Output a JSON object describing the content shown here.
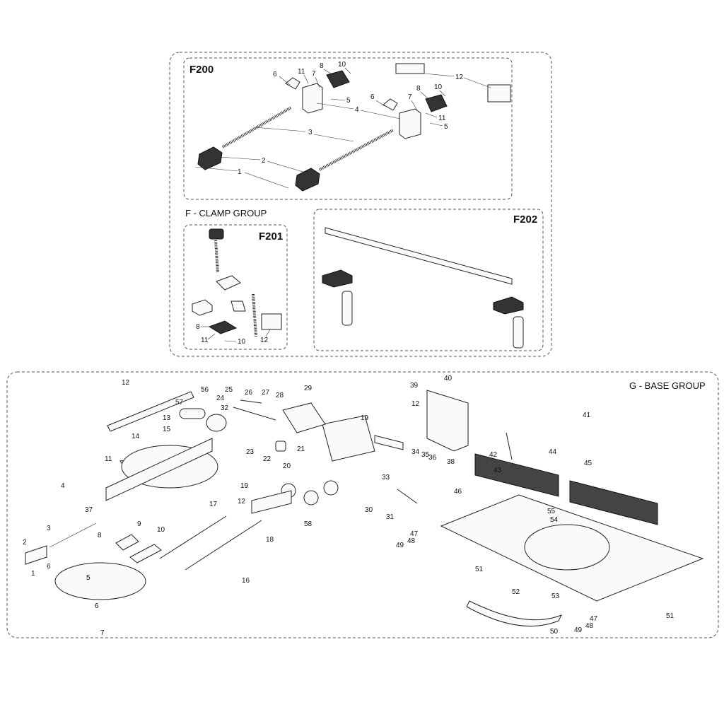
{
  "groups": {
    "clamp": {
      "title": "F - CLAMP GROUP",
      "panels": {
        "f200": {
          "title": "F200",
          "callouts": [
            "1",
            "2",
            "3",
            "4",
            "5",
            "6",
            "7",
            "8",
            "10",
            "11",
            "12",
            "6",
            "7",
            "8",
            "10",
            "11",
            "5"
          ]
        },
        "f201": {
          "title": "F201",
          "callouts": [
            "8",
            "11",
            "10",
            "12"
          ]
        },
        "f202": {
          "title": "F202",
          "callouts": []
        }
      }
    },
    "base": {
      "title": "G - BASE GROUP",
      "callouts": [
        "1",
        "2",
        "3",
        "4",
        "5",
        "6",
        "6",
        "7",
        "8",
        "9",
        "10",
        "11",
        "12",
        "12",
        "12",
        "13",
        "14",
        "15",
        "16",
        "17",
        "18",
        "19",
        "19",
        "20",
        "21",
        "22",
        "23",
        "24",
        "25",
        "26",
        "27",
        "28",
        "29",
        "30",
        "31",
        "32",
        "33",
        "34",
        "35",
        "36",
        "37",
        "38",
        "39",
        "40",
        "41",
        "42",
        "43",
        "44",
        "45",
        "46",
        "47",
        "47",
        "48",
        "48",
        "49",
        "49",
        "50",
        "51",
        "51",
        "52",
        "53",
        "54",
        "55",
        "56",
        "57",
        "58"
      ]
    }
  }
}
